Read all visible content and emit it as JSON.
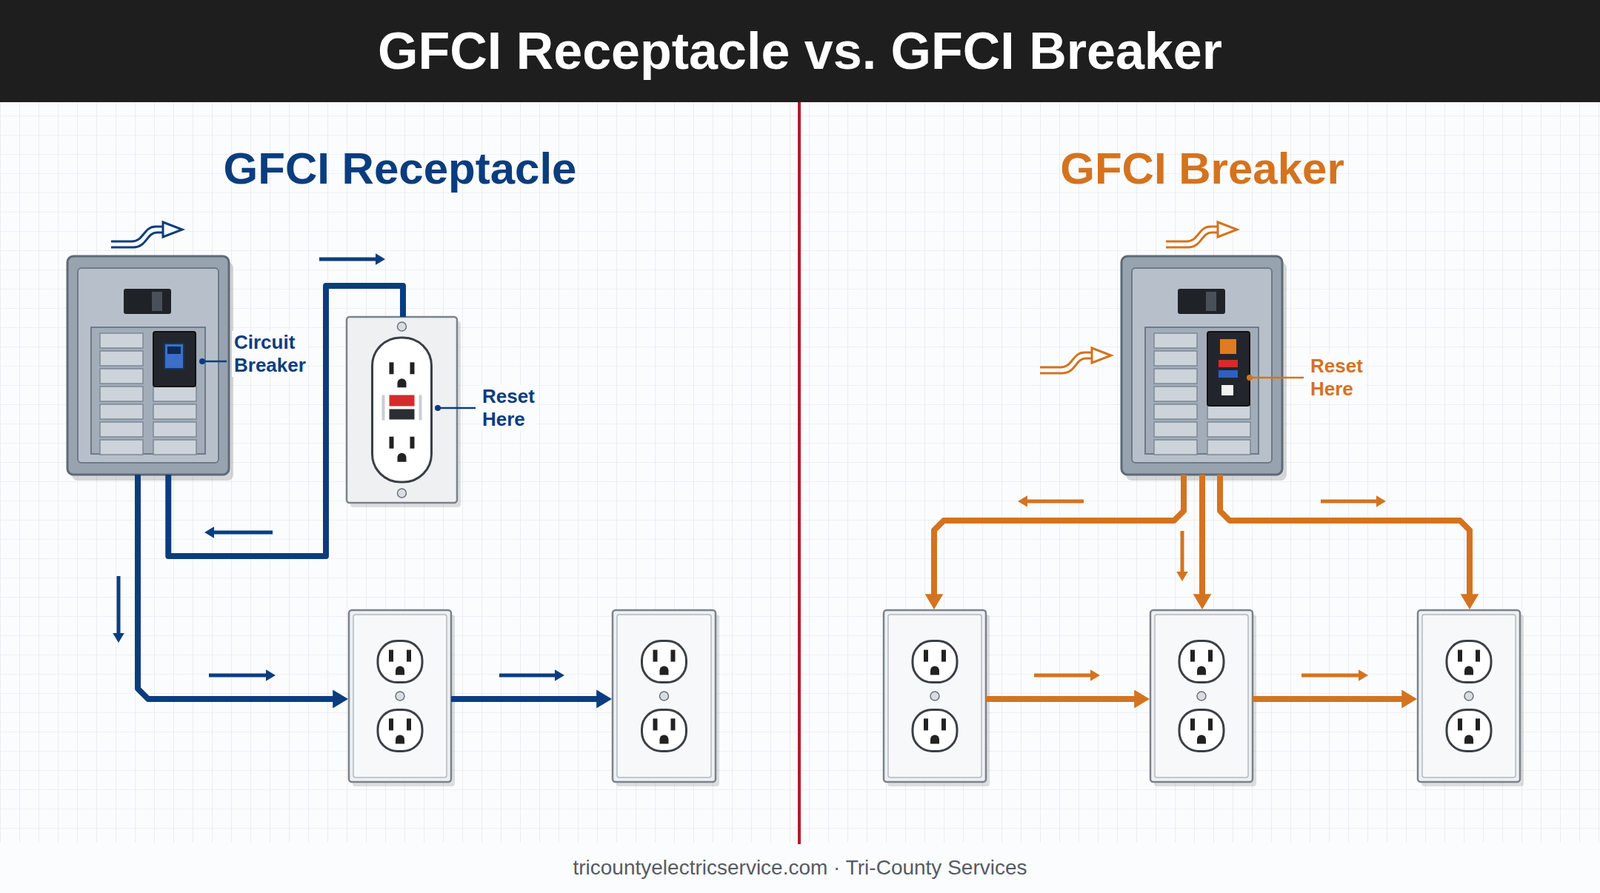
{
  "diagram": {
    "title": "GFCI Receptacle vs. GFCI Breaker",
    "caption": "tricountyelectricservice.com · Tri-County Services",
    "nodes": [
      {
        "text": [
          "Circuit Breaker"
        ]
      },
      {
        "text": [
          "Reset Here"
        ]
      },
      {
        "text": [
          "Reset Here"
        ]
      }
    ],
    "edges": [
      {
        "from": 0,
        "to": 1,
        "arrow": "none"
      }
    ],
    "labels": [
      "GFCI Receptacle",
      "GFCI Breaker"
    ]
  }
}
